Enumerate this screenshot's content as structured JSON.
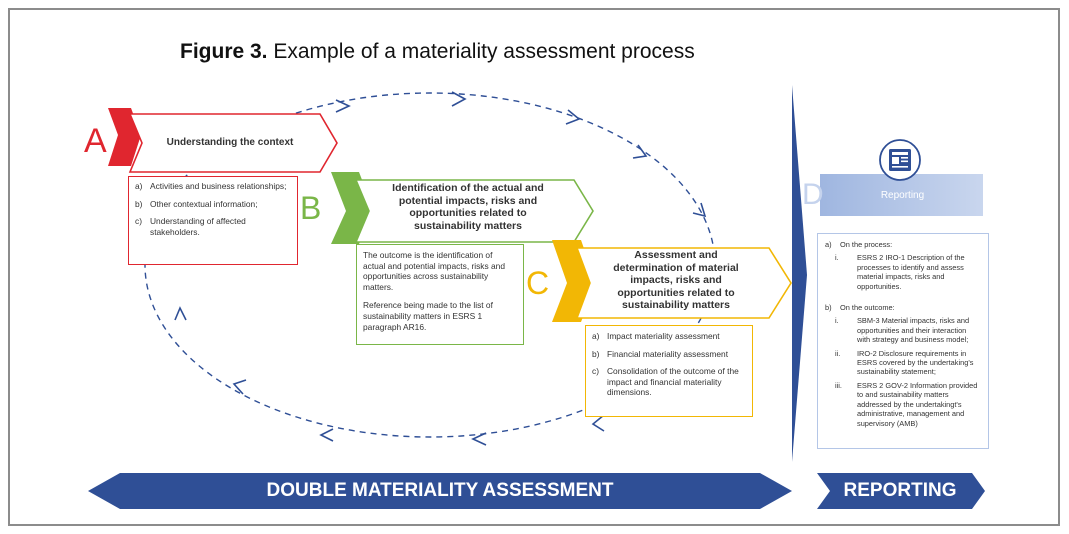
{
  "figure": {
    "label": "Figure 3.",
    "caption": "Example of a materiality assessment process"
  },
  "steps": {
    "a": {
      "letter": "A",
      "title": "Understanding the context",
      "color": "#e0262f",
      "items": [
        {
          "key": "a)",
          "text": "Activities and business relationships;"
        },
        {
          "key": "b)",
          "text": "Other contextual information;"
        },
        {
          "key": "c)",
          "text": "Understanding of affected stakeholders."
        }
      ]
    },
    "b": {
      "letter": "B",
      "title": "Identification of the actual and potential impacts, risks and opportunities related to sustainability matters",
      "color": "#7ab648",
      "outcome": "The outcome is the identification of actual and potential impacts, risks and opportunities across sustainability matters.",
      "reference": "Reference being made to the list of sustainability matters in ESRS 1 paragraph AR16."
    },
    "c": {
      "letter": "C",
      "title": "Assessment and determination of material impacts, risks and opportunities related to sustainability matters",
      "color": "#f2b705",
      "items": [
        {
          "key": "a)",
          "text": "Impact materiality assessment"
        },
        {
          "key": "b)",
          "text": "Financial materiality assessment"
        },
        {
          "key": "c)",
          "text": "Consolidation  of the outcome of the impact and financial materiality dimensions."
        }
      ]
    },
    "d": {
      "letter": "D",
      "title": "Reporting",
      "color": "#b4c6e7",
      "icon": "newspaper-icon",
      "process_heading_key": "a)",
      "process_heading": "On the process:",
      "process_items": [
        {
          "key": "i.",
          "text": "ESRS 2 IRO-1 Description of the processes to identify and assess material impacts, risks and opportunities."
        }
      ],
      "outcome_heading_key": "b)",
      "outcome_heading": "On the outcome:",
      "outcome_items": [
        {
          "key": "i.",
          "text": "SBM-3 Material impacts, risks and opportunities and their interaction with strategy and business model;"
        },
        {
          "key": "ii.",
          "text": "IRO-2 Disclosure requirements in ESRS covered by the undertaking's sustainability statement;"
        },
        {
          "key": "iii.",
          "text": "ESRS 2 GOV-2 Information provided to and sustainability matters addressed by the undertakingt's administrative, management and supervisory (AMB)"
        }
      ]
    }
  },
  "bands": {
    "assessment": "DOUBLE MATERIALITY ASSESSMENT",
    "reporting": "REPORTING",
    "color": "#2f4f96"
  }
}
